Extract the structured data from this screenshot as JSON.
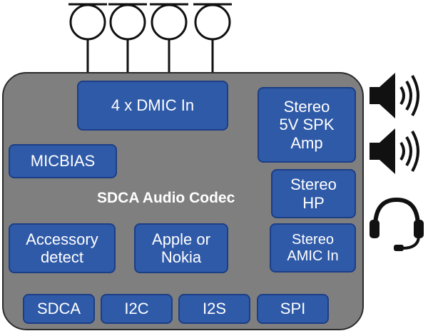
{
  "chip": {
    "label": "SDCA Audio Codec"
  },
  "blocks": {
    "dmic": "4 x DMIC In",
    "micbias": "MICBIAS",
    "spk": "Stereo\n5V SPK\nAmp",
    "hp": "Stereo\nHP",
    "amic": "Stereo\nAMIC In",
    "accessory": "Accessory\ndetect",
    "apple": "Apple or\nNokia"
  },
  "interfaces": [
    "SDCA",
    "I2C",
    "I2S",
    "SPI"
  ],
  "icons": {
    "microphones": [
      "microphone-icon",
      "microphone-icon",
      "microphone-icon",
      "microphone-icon"
    ],
    "speakers": [
      "speaker-icon",
      "speaker-icon"
    ],
    "headset": "headset-icon"
  },
  "colors": {
    "chip_fill": "#7f7f7f",
    "block_fill": "#2f5aa8",
    "block_border": "#1c3e86",
    "text": "#ffffff"
  }
}
